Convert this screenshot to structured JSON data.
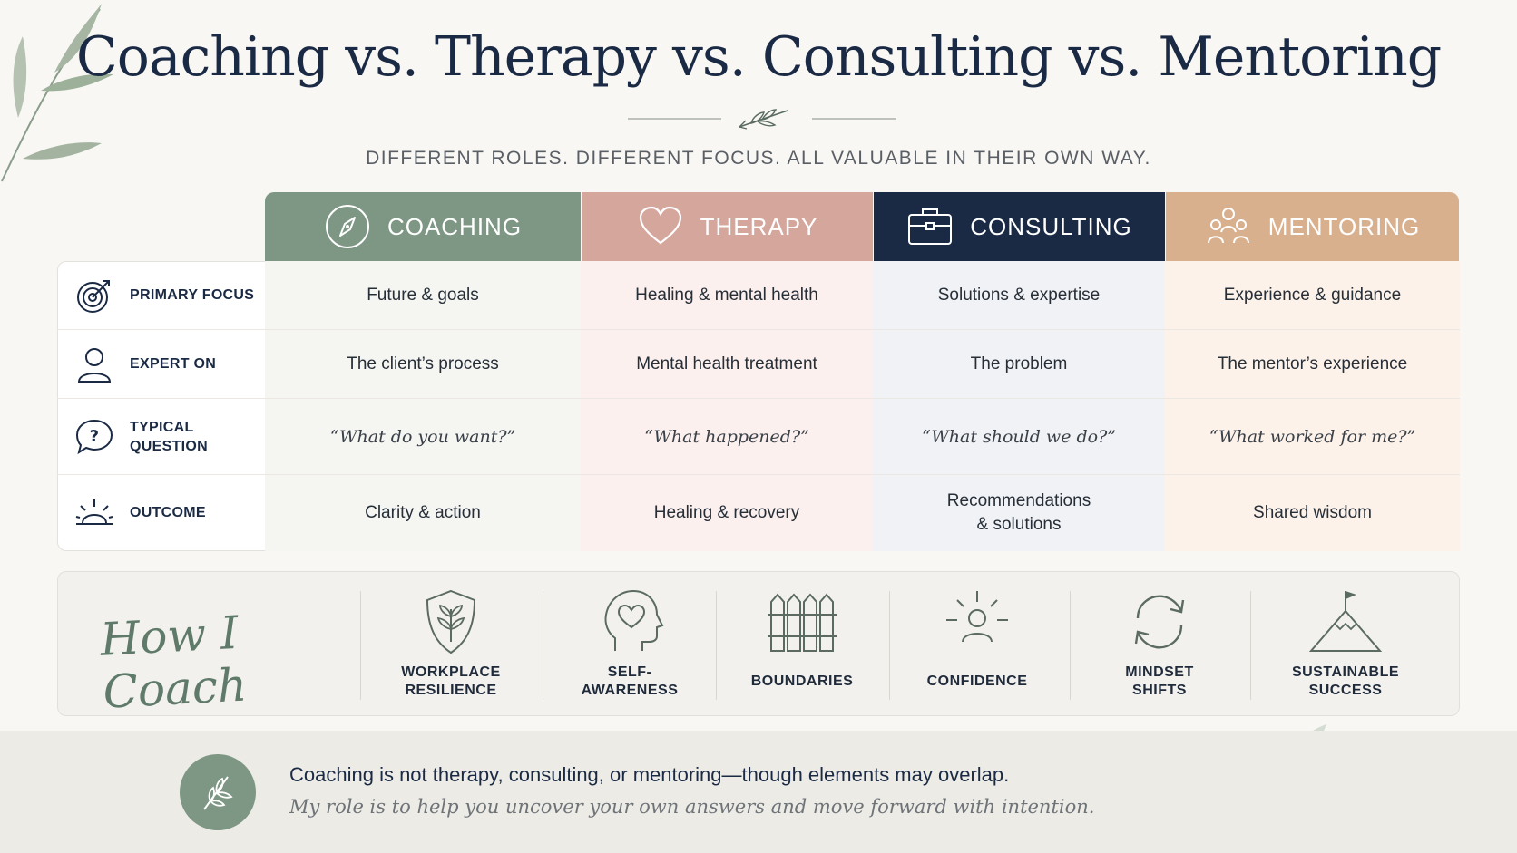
{
  "title": "Coaching vs. Therapy vs. Consulting vs. Mentoring",
  "subtitle": "DIFFERENT ROLES. DIFFERENT FOCUS. ALL VALUABLE IN THEIR OWN WAY.",
  "colors": {
    "coaching": "#7d9784",
    "therapy": "#d5a69c",
    "consulting": "#1b2a44",
    "mentoring": "#d9b08e"
  },
  "columns": [
    {
      "label": "COACHING",
      "icon": "compass-icon"
    },
    {
      "label": "THERAPY",
      "icon": "heart-icon"
    },
    {
      "label": "CONSULTING",
      "icon": "briefcase-icon"
    },
    {
      "label": "MENTORING",
      "icon": "people-icon"
    }
  ],
  "rows": [
    {
      "label": "PRIMARY FOCUS",
      "icon": "target-icon",
      "cells": [
        "Future & goals",
        "Healing & mental health",
        "Solutions & expertise",
        "Experience & guidance"
      ]
    },
    {
      "label": "EXPERT ON",
      "icon": "person-icon",
      "cells": [
        "The client’s process",
        "Mental health treatment",
        "The problem",
        "The mentor’s experience"
      ]
    },
    {
      "label": "TYPICAL\nQUESTION",
      "icon": "question-bubble-icon",
      "cells": [
        "“What do you want?”",
        "“What happened?”",
        "“What should we do?”",
        "“What worked for me?”"
      ]
    },
    {
      "label": "OUTCOME",
      "icon": "sunrise-icon",
      "cells": [
        "Clarity & action",
        "Healing & recovery",
        "Recommendations\n& solutions",
        "Shared wisdom"
      ]
    }
  ],
  "how_i_coach": {
    "title": "How I Coach",
    "items": [
      {
        "label": "WORKPLACE\nRESILIENCE",
        "icon": "shield-leaf-icon"
      },
      {
        "label": "SELF-\nAWARENESS",
        "icon": "head-heart-icon"
      },
      {
        "label": "BOUNDARIES",
        "icon": "fence-icon"
      },
      {
        "label": "CONFIDENCE",
        "icon": "sun-person-icon"
      },
      {
        "label": "MINDSET\nSHIFTS",
        "icon": "cycle-arrows-icon"
      },
      {
        "label": "SUSTAINABLE\nSUCCESS",
        "icon": "mountain-flag-icon"
      }
    ]
  },
  "footer": {
    "line1": "Coaching is not therapy, consulting, or mentoring—though elements may overlap.",
    "line2": "My role is to help you uncover your own answers and move forward with intention.",
    "icon": "sprig-icon"
  }
}
